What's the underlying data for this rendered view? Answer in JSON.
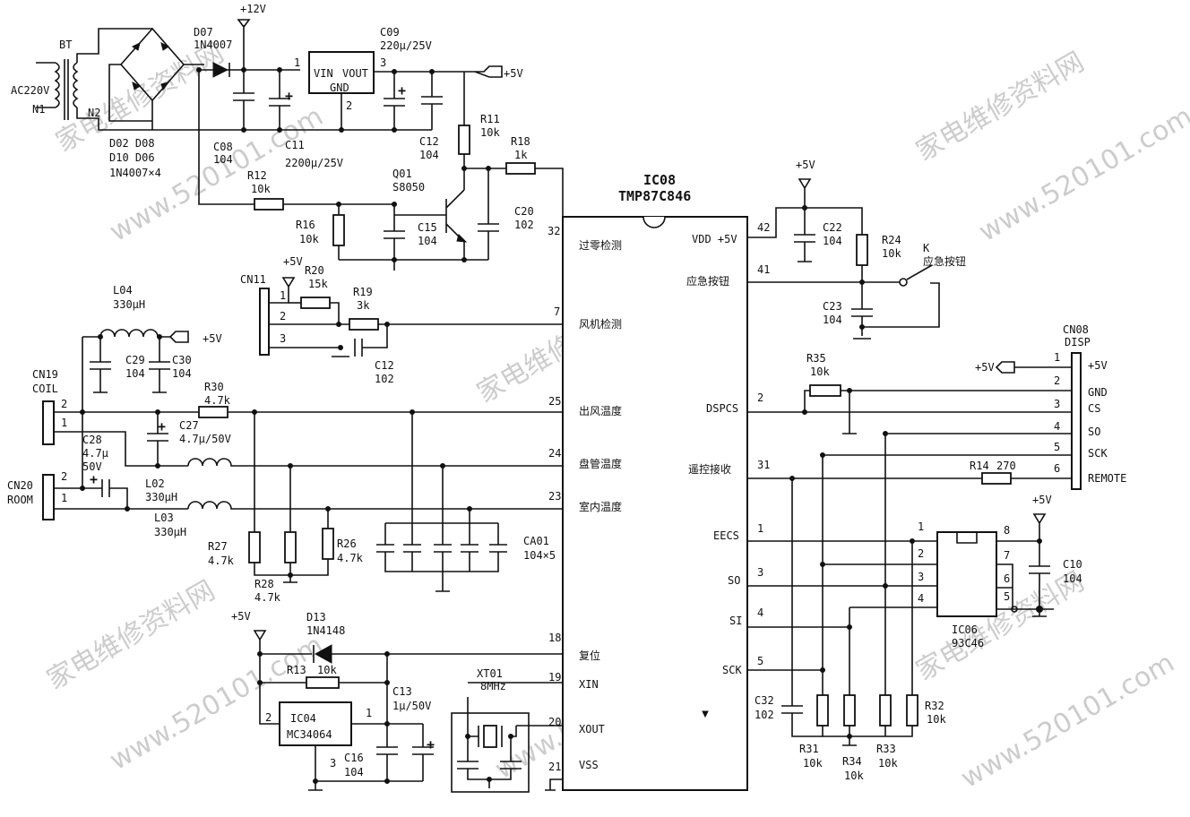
{
  "labels": {
    "ac220v": "AC220V",
    "n1": "N1",
    "n2": "N2",
    "bt": "BT",
    "d07": "D07",
    "d07_val": "1N4007",
    "p12v": "+12V",
    "c09": "C09",
    "c09_val": "220μ/25V",
    "pin1": "1",
    "pin3": "3",
    "pin2": "2",
    "vin": "VIN",
    "vout": "VOUT",
    "gnd": "GND",
    "p5v_top": "+5V",
    "bridge1": "D02 D08",
    "bridge2": "D10 D06",
    "bridge3": "1N4007×4",
    "c08": "C08",
    "c08_val": "104",
    "c11": "C11",
    "c11_val": "2200μ/25V",
    "c12": "C12",
    "c12_val": "104",
    "r11": "R11",
    "r11_val": "10k",
    "r18": "R18",
    "r18_val": "1k",
    "r12": "R12",
    "r12_val": "10k",
    "q01": "Q01",
    "q01_val": "S8050",
    "r16": "R16",
    "r16_val": "10k",
    "c15": "C15",
    "c15_val": "104",
    "c20": "C20",
    "c20_val": "102",
    "ic08": "IC08",
    "ic08_val": "TMP87C846",
    "p32": "32",
    "zero_detect": "过零检测",
    "vdd": "VDD +5V",
    "p42": "42",
    "p5v_right": "+5V",
    "c22": "C22",
    "c22_val": "104",
    "r24": "R24",
    "r24_val": "10k",
    "k": "K",
    "k_label": "应急按钮",
    "p41": "41",
    "emergency": "应急按钮",
    "c23": "C23",
    "c23_val": "104",
    "cn11": "CN11",
    "p5v_cn11": "+5V",
    "r20": "R20",
    "r20_val": "15k",
    "r19": "R19",
    "r19_val": "3k",
    "c12b": "C12",
    "c12b_val": "102",
    "p7": "7",
    "fan_detect": "风机检测",
    "l04": "L04",
    "l04_val": "330μH",
    "p5v_l04": "+5V",
    "c29": "C29",
    "c29_val": "104",
    "c30": "C30",
    "c30_val": "104",
    "cn08": "CN08",
    "disp": "DISP",
    "cn8_p5v": "+5V",
    "cn8_gnd": "GND",
    "cn8_cs": "CS",
    "cn8_so": "SO",
    "cn8_sck": "SCK",
    "cn8_remote": "REMOTE",
    "n1p": "1",
    "n2p": "2",
    "n3p": "3",
    "n4p": "4",
    "n5p": "5",
    "n6p": "6",
    "r35": "R35",
    "r35_val": "10k",
    "p2": "2",
    "dspcs": "DSPCS",
    "p5v_cn8": "+5V",
    "cn19": "CN19",
    "coil": "COIL",
    "r30": "R30",
    "r30_val": "4.7k",
    "p25": "25",
    "out_temp": "出风温度",
    "c27": "C27",
    "c27_val": "4.7μ/50V",
    "c28": "C28",
    "c28_v1": "4.7μ",
    "c28_v2": "50V",
    "p24": "24",
    "coil_temp": "盘管温度",
    "remote_rx": "遥控接收",
    "p31": "31",
    "r14": "R14",
    "r14_val": "270",
    "cn20": "CN20",
    "room": "ROOM",
    "l02": "L02",
    "l02_val": "330μH",
    "l03": "L03",
    "l03_val": "330μH",
    "p23": "23",
    "room_temp": "室内温度",
    "p5v_ic06": "+5V",
    "eecs": "EECS",
    "pe1": "1",
    "ca01": "CA01",
    "ca01_val": "104×5",
    "r27": "R27",
    "r27_val": "4.7k",
    "r26": "R26",
    "r26_val": "4.7k",
    "r28": "R28",
    "r28_val": "4.7k",
    "so": "SO",
    "ps3": "3",
    "si": "SI",
    "ps4": "4",
    "sck": "SCK",
    "pk5": "5",
    "c10": "C10",
    "c10_val": "104",
    "ic06": "IC06",
    "ic06_val": "93C46",
    "i1": "1",
    "i2": "2",
    "i3": "3",
    "i4": "4",
    "i5": "5",
    "i6": "6",
    "i7": "7",
    "i8": "8",
    "p5v_bottom": "+5V",
    "d13": "D13",
    "d13_val": "1N4148",
    "p18": "18",
    "reset": "复位",
    "r13": "R13",
    "r13_val": "10k",
    "xt01": "XT01",
    "xt01_val": "8MHz",
    "p19": "19",
    "xin": "XIN",
    "c13": "C13",
    "c13_val": "1μ/50V",
    "ic04": "IC04",
    "ic04_val": "MC34064",
    "ic04_p2": "2",
    "ic04_p1": "1",
    "ic04_p3": "3",
    "p20": "20",
    "xout": "XOUT",
    "p21": "21",
    "vss": "VSS",
    "c16": "C16",
    "c16_val": "104",
    "c32": "C32",
    "c32_val": "102",
    "r31": "R31",
    "r31_val": "10k",
    "r34": "R34",
    "r34_val": "10k",
    "r33": "R33",
    "r33_val": "10k",
    "r32": "R32",
    "r32_val": "10k",
    "wm1": "家电维修资料网",
    "wm2": "www.520101.com",
    "wm3": "家电维修资料网",
    "wm4": "www.520101.com",
    "wm5": "家电维修资料网",
    "wm6": "www.520101.com"
  }
}
